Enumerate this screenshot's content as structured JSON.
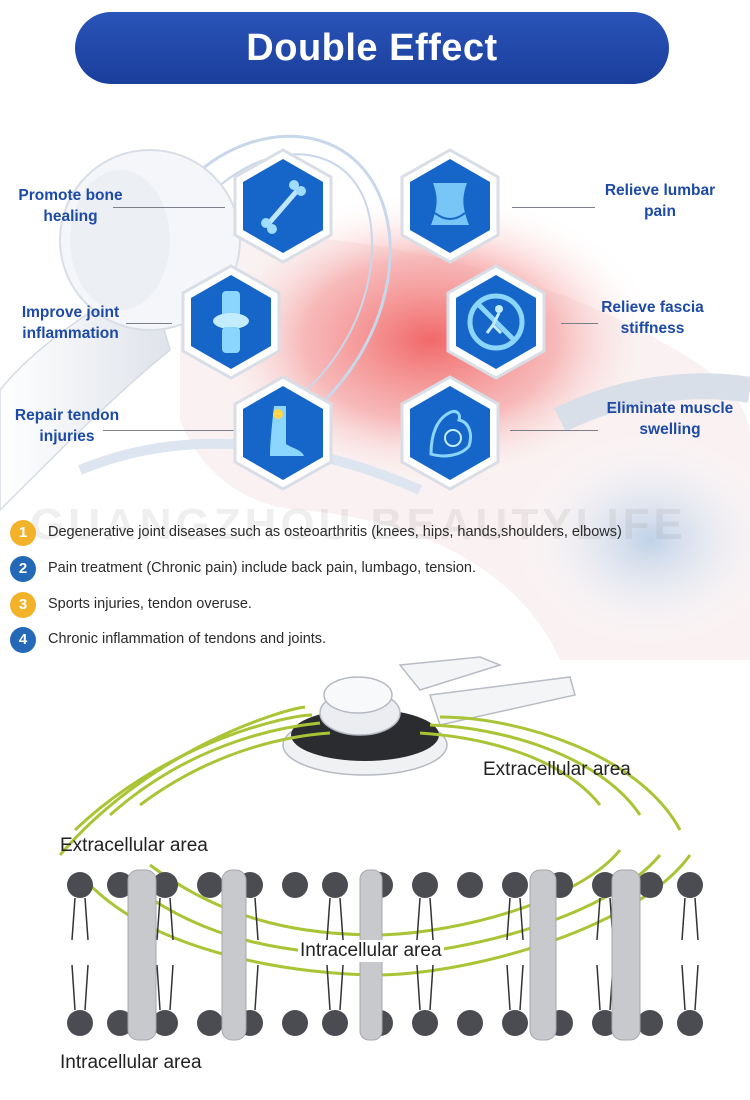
{
  "header": {
    "title": "Double Effect"
  },
  "watermark": "GUANGZHOU BEAUTYLIFE",
  "benefits": [
    {
      "line1": "Promote bone",
      "line2": "healing",
      "icon": "bone-icon"
    },
    {
      "line1": "Relieve lumbar",
      "line2": "pain",
      "icon": "waist-icon"
    },
    {
      "line1": "Improve joint",
      "line2": "inflammation",
      "icon": "knee-joint-icon"
    },
    {
      "line1": "Relieve fascia",
      "line2": "stiffness",
      "icon": "no-pain-icon"
    },
    {
      "line1": "Repair tendon",
      "line2": "injuries",
      "icon": "foot-tendon-icon"
    },
    {
      "line1": "Eliminate muscle",
      "line2": "swelling",
      "icon": "muscle-arm-icon"
    }
  ],
  "list": [
    {
      "num": "1",
      "color": "#f2b32a",
      "text": "Degenerative joint diseases such as osteoarthritis (knees, hips, hands,shoulders, elbows)"
    },
    {
      "num": "2",
      "color": "#2468b8",
      "text": "Pain treatment (Chronic pain) include back pain, lumbago, tension."
    },
    {
      "num": "3",
      "color": "#f2b32a",
      "text": "Sports injuries, tendon overuse."
    },
    {
      "num": "4",
      "color": "#2468b8",
      "text": "Chronic inflammation of tendons and joints."
    }
  ],
  "diagram": {
    "label_extracellular_top": "Extracellular area",
    "label_extracellular_left": "Extracellular area",
    "label_intracellular_center": "Intracellular area",
    "label_intracellular_bottom": "Intracellular area"
  },
  "colors": {
    "header": "#1f46a8",
    "label": "#1c4aa6",
    "wave": "#a9c434",
    "hex": "#1565c8"
  }
}
